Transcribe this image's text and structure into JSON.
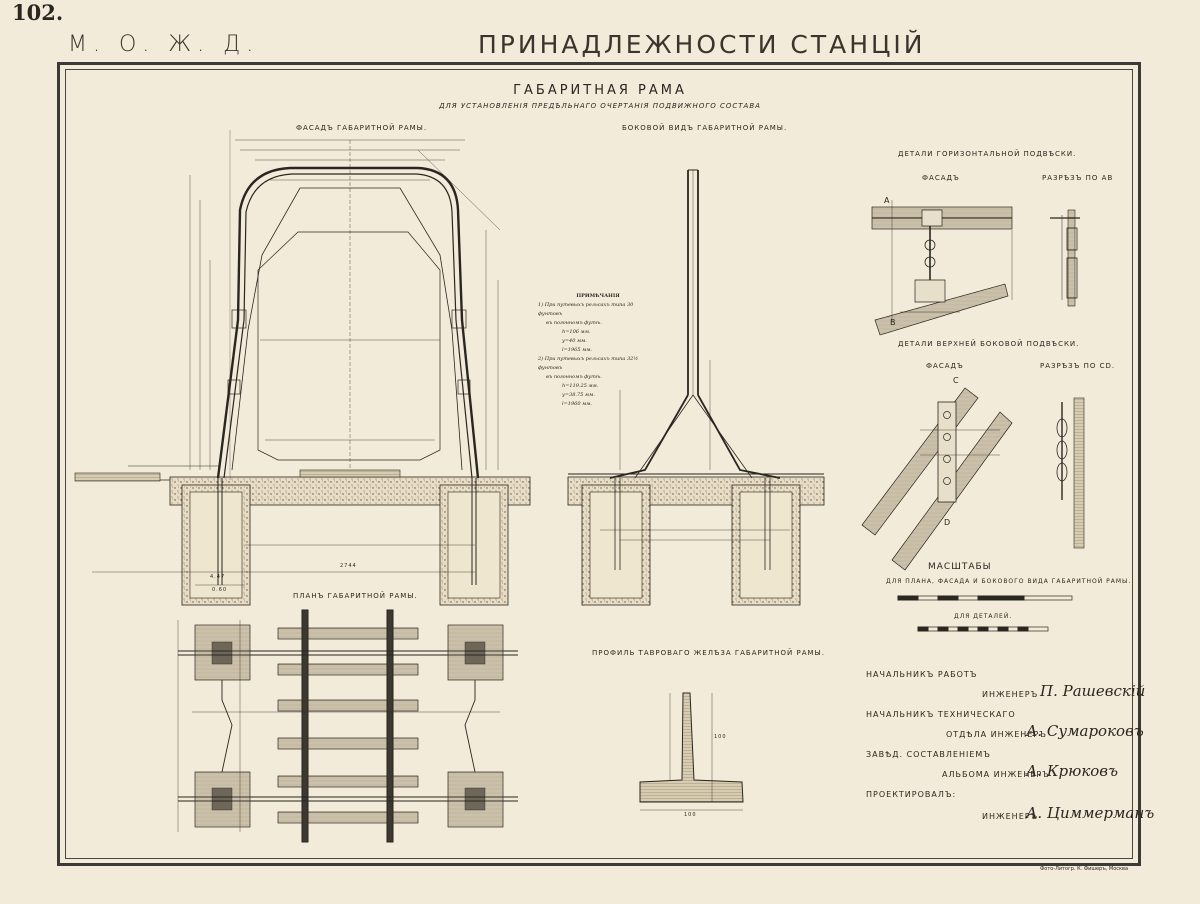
{
  "header": {
    "page_number": "102.",
    "railway": "М. О. Ж. Д.",
    "section_title": "ПРИНАДЛЕЖНОСТИ СТАНЦIЙ"
  },
  "sheet": {
    "title": "ГАБАРИТНАЯ РАМА",
    "subtitle": "ДЛЯ УСТАНОВЛЕНIЯ ПРЕДѢЛЬНАГО ОЧЕРТАНIЯ ПОДВИЖНОГО СОСТАВА"
  },
  "views": {
    "facade": "ФАСАДЪ ГАБАРИТНОЙ РАМЫ.",
    "side": "БОКОВОЙ ВИДЪ ГАБАРИТНОЙ РАМЫ.",
    "plan": "ПЛАНЪ ГАБАРИТНОЙ РАМЫ.",
    "profile": "ПРОФИЛЬ ТАВРОВАГО ЖЕЛѢЗА ГАБАРИТНОЙ РАМЫ.",
    "horizontal_details": "ДЕТАЛИ ГОРИЗОНТАЛЬНОЙ ПОДВѢСКИ.",
    "upper_details": "ДЕТАЛИ ВЕРХНЕЙ БОКОВОЙ ПОДВѢСКИ.",
    "facade_small_1": "ФАСАДЪ",
    "section_ab": "РАЗРѢЗЪ ПО АВ",
    "facade_small_2": "ФАСАДЪ",
    "section_cd": "РАЗРѢЗЪ ПО CD."
  },
  "letters": {
    "a": "A",
    "b": "B",
    "c": "C",
    "d": "D"
  },
  "scales": {
    "title": "МАСШТАБЫ",
    "main_caption": "ДЛЯ ПЛАНА, ФАСАДА И БОКОВОГО ВИДА ГАБАРИТНОЙ РАМЫ.",
    "details_caption": "ДЛЯ ДЕТАЛЕЙ."
  },
  "notes": {
    "heading": "ПРИМѢЧАНIЯ",
    "lines": [
      "1) При путевыхъ рельсахъ типа 30 фунтовъ",
      "въ погонномъ футѣ.",
      "h=106 мм.",
      "y=40 мм.",
      "l=1965 мм.",
      "2) При путевыхъ рельсахъ типа 32½ фунтовъ",
      "въ погонномъ футѣ.",
      "h=119.25 мм.",
      "y=38.75 мм.",
      "l=1960 мм."
    ]
  },
  "dimensions": {
    "track_width": "2744",
    "left_offset": "4.47",
    "base": "0.60",
    "profile_height": "100",
    "profile_width": "100"
  },
  "signatures": [
    {
      "role_1": "НАЧАЛЬНИКЪ РАБОТЪ",
      "role_2": "ИНЖЕНЕРЪ",
      "name": "П. Рашевскiй"
    },
    {
      "role_1": "НАЧАЛЬНИКЪ ТЕХНИЧЕСКАГО",
      "role_2": "ОТДѢЛА ИНЖЕНЕРЪ",
      "name": "А. Сумароковъ"
    },
    {
      "role_1": "ЗАВѢД. СОСТАВЛЕНIЕМЪ",
      "role_2": "АЛЬБОМА ИНЖЕНЕРЪ",
      "name": "А. Крюковъ"
    },
    {
      "role_1": "ПРОЕКТИРОВАЛЪ:",
      "role_2": "ИНЖЕНЕРЪ",
      "name": "А. Циммерманъ"
    }
  ],
  "imprint": "Фото-Литогр. К. Фишеръ, Москва",
  "colors": {
    "paper": "#f3ebd9",
    "ink": "#2a2620",
    "frame": "#3b3a36"
  }
}
